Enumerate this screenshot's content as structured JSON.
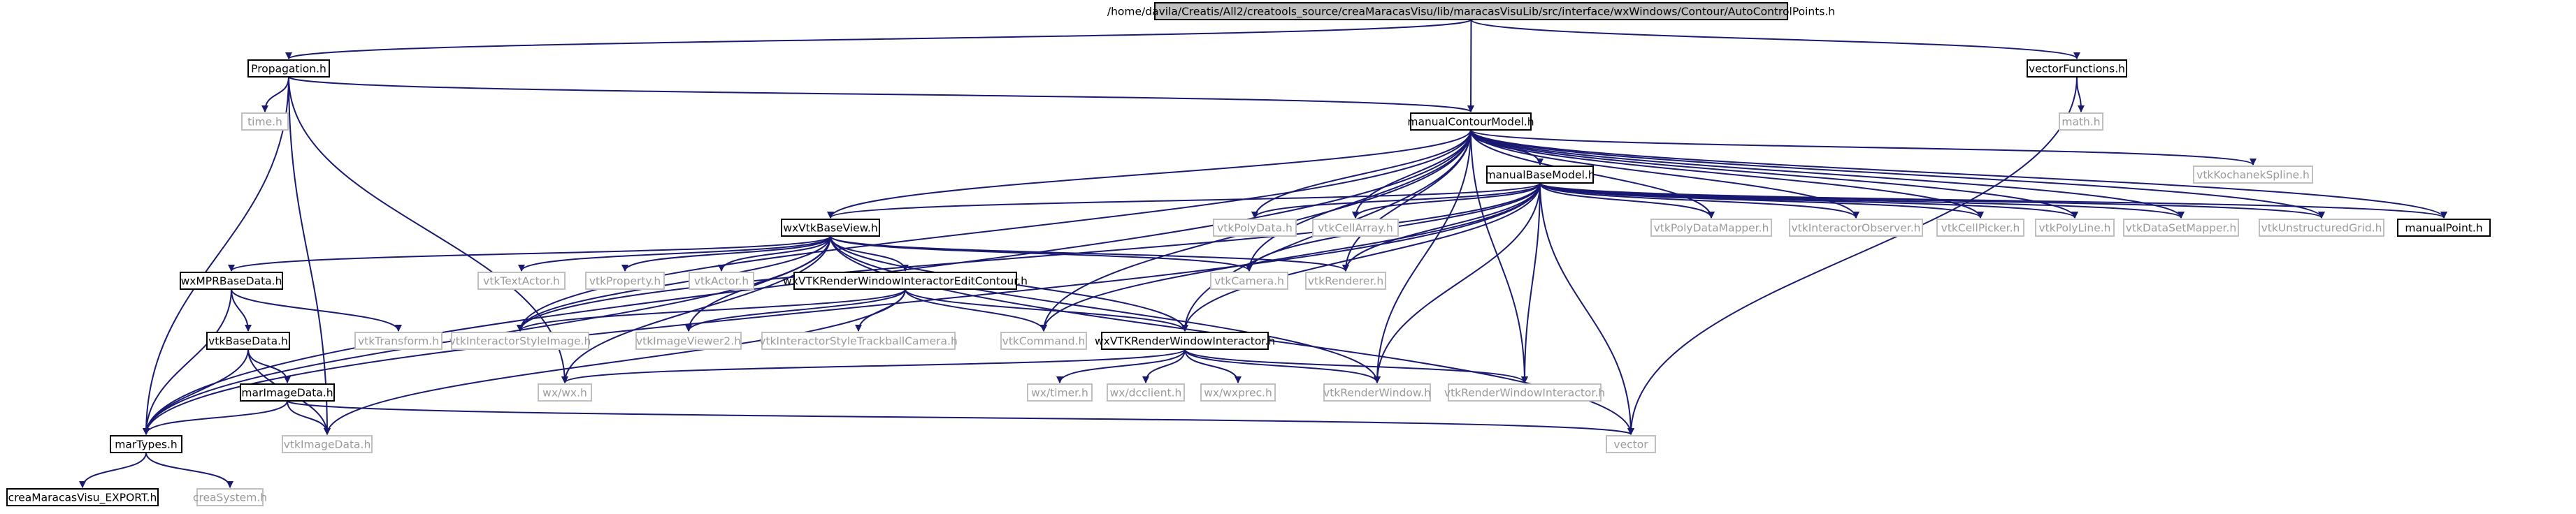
{
  "nodes": {
    "root": "/home/davila/Creatis/All2/creatools_source/creaMaracasVisu/lib/maracasVisuLib/src/interface/wxWindows/Contour/AutoControlPoints.h",
    "propagation": "Propagation.h",
    "vectorFunctions": "vectorFunctions.h",
    "time": "time.h",
    "manualContourModel": "manualContourModel.h",
    "math": "math.h",
    "manualBaseModel": "manualBaseModel.h",
    "vtkKochanekSpline": "vtkKochanekSpline.h",
    "wxVtkBaseView": "wxVtkBaseView.h",
    "vtkPolyData": "vtkPolyData.h",
    "vtkCellArray": "vtkCellArray.h",
    "vtkPolyDataMapper": "vtkPolyDataMapper.h",
    "vtkInteractorObserver": "vtkInteractorObserver.h",
    "vtkCellPicker": "vtkCellPicker.h",
    "vtkPolyLine": "vtkPolyLine.h",
    "vtkDataSetMapper": "vtkDataSetMapper.h",
    "vtkUnstructuredGrid": "vtkUnstructuredGrid.h",
    "manualPoint": "manualPoint.h",
    "wxMPRBaseData": "wxMPRBaseData.h",
    "vtkTextActor": "vtkTextActor.h",
    "vtkProperty": "vtkProperty.h",
    "vtkActor": "vtkActor.h",
    "wxVTKRenderWindowInteractorEditContour": "wxVTKRenderWindowInteractorEditContour.h",
    "vtkCamera": "vtkCamera.h",
    "vtkRenderer": "vtkRenderer.h",
    "vtkBaseData": "vtkBaseData.h",
    "vtkTransform": "vtkTransform.h",
    "vtkInteractorStyleImage": "vtkInteractorStyleImage.h",
    "vtkImageViewer2": "vtkImageViewer2.h",
    "vtkInteractorStyleTrackballCamera": "vtkInteractorStyleTrackballCamera.h",
    "vtkCommand": "vtkCommand.h",
    "wxVTKRenderWindowInteractor": "wxVTKRenderWindowInteractor.h",
    "marImageData": "marImageData.h",
    "wxwx": "wx/wx.h",
    "wxtimer": "wx/timer.h",
    "wxdcclient": "wx/dcclient.h",
    "wxwxprec": "wx/wxprec.h",
    "vtkRenderWindow": "vtkRenderWindow.h",
    "vtkRenderWindowInteractor": "vtkRenderWindowInteractor.h",
    "marTypes": "marTypes.h",
    "vtkImageData": "vtkImageData.h",
    "vector": "vector",
    "creaMaracasVisuExport": "creaMaracasVisu_EXPORT.h",
    "creaSystem": "creaSystem.h"
  },
  "colors": {
    "edge": "#191970",
    "node_border": "#000000",
    "external_border": "#bfbfbf",
    "root_fill": "#bfbfbf",
    "external_text": "#9a9a9a"
  }
}
